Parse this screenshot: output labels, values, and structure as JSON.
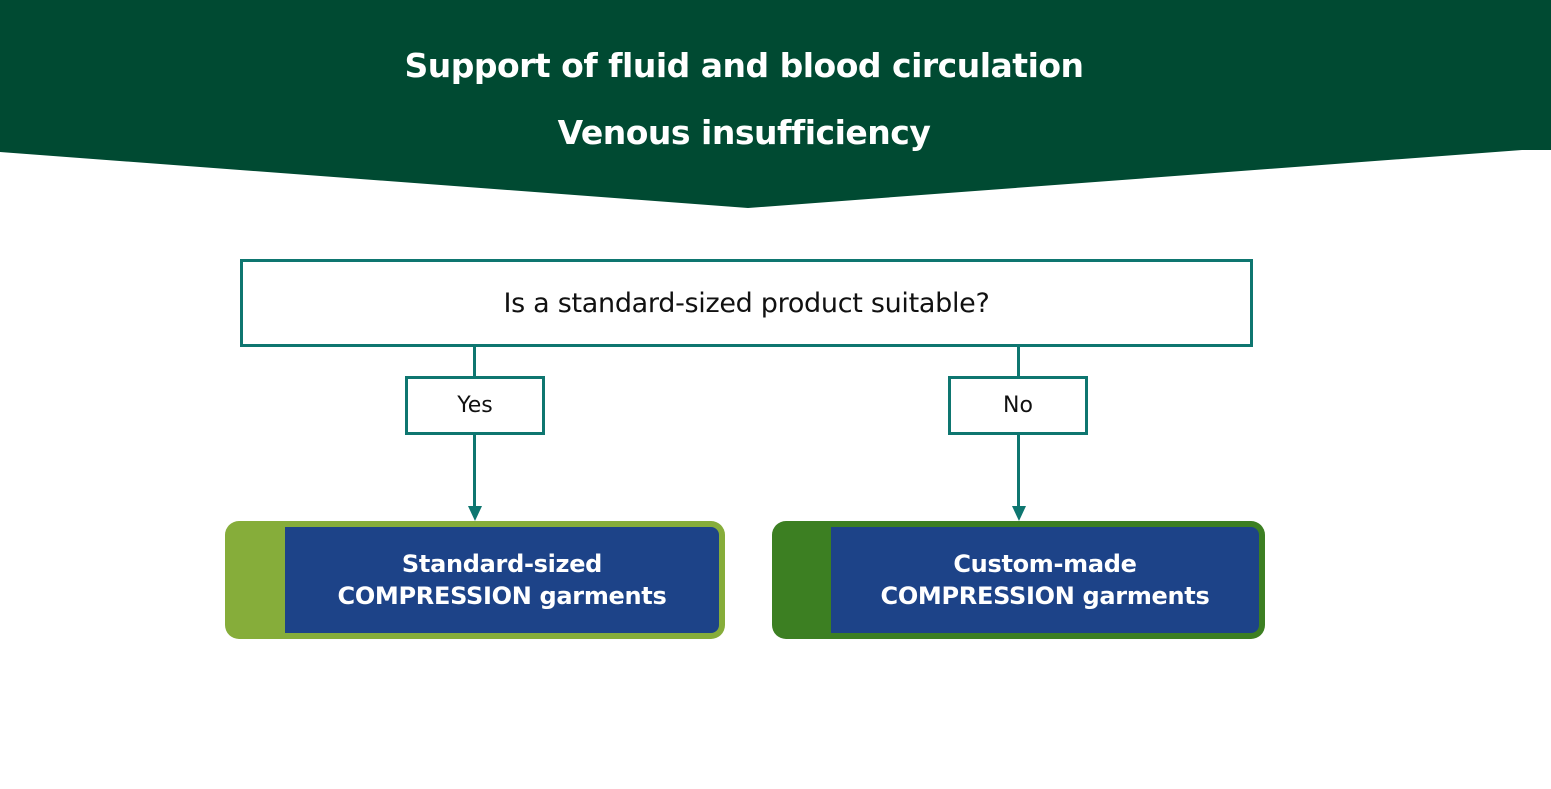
{
  "header": {
    "title": "Support of fluid and blood circulation",
    "subtitle": "Venous insufficiency",
    "color": "#004a32"
  },
  "question": {
    "text": "Is a standard-sized product suitable?",
    "border_color": "#0e7670"
  },
  "branches": [
    {
      "answer": "Yes",
      "result_line1": "Standard-sized",
      "result_line2": "COMPRESSION garments",
      "frame_color": "#86ad3a"
    },
    {
      "answer": "No",
      "result_line1": "Custom-made",
      "result_line2": "COMPRESSION garments",
      "frame_color": "#3c7f22"
    }
  ],
  "colors": {
    "connector": "#0e7670",
    "result_fill": "#1d4388"
  }
}
